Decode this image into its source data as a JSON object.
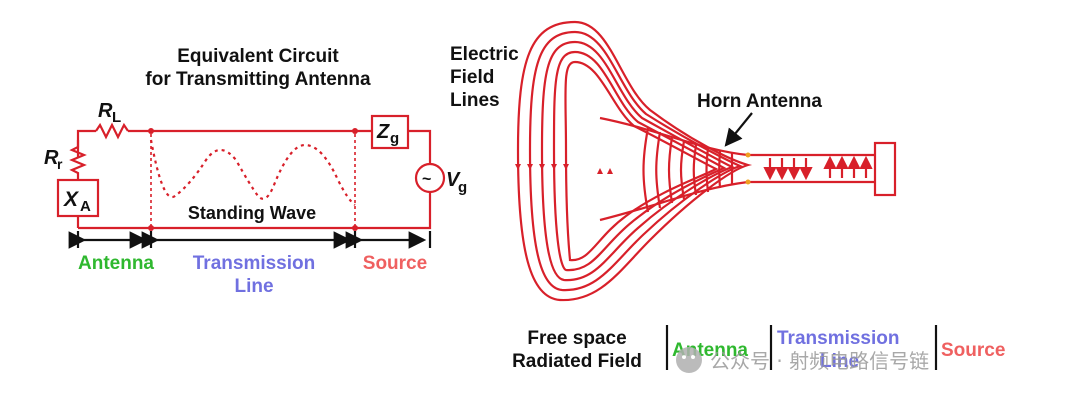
{
  "circuit": {
    "title_line1": "Equivalent Circuit",
    "title_line2": "for Transmitting Antenna",
    "rl_main": "R",
    "rl_sub": "L",
    "rr_main": "R",
    "rr_sub": "r",
    "xa_main": "X",
    "xa_sub": "A",
    "zg_main": "Z",
    "zg_sub": "g",
    "vg_symbol": "~",
    "vg_main": "V",
    "vg_sub": "g",
    "standing_wave": "Standing Wave",
    "region_antenna": "Antenna",
    "region_transmission_1": "Transmission",
    "region_transmission_2": "Line",
    "region_source": "Source"
  },
  "horn": {
    "electric_1": "Electric",
    "electric_2": "Field",
    "electric_3": "Lines",
    "horn_label": "Horn Antenna",
    "free_space_1": "Free space",
    "free_space_2": "Radiated Field",
    "bottom_antenna": "Antenna",
    "bottom_transmission_1": "Transmission",
    "bottom_transmission_2": "Line",
    "bottom_source": "Source"
  },
  "watermark": {
    "text": "公众号 · 射频电路信号链"
  },
  "colors": {
    "wire": "#d8202a",
    "antenna": "#2fb82f",
    "transmission": "#7070e0",
    "source": "#ef6060"
  }
}
